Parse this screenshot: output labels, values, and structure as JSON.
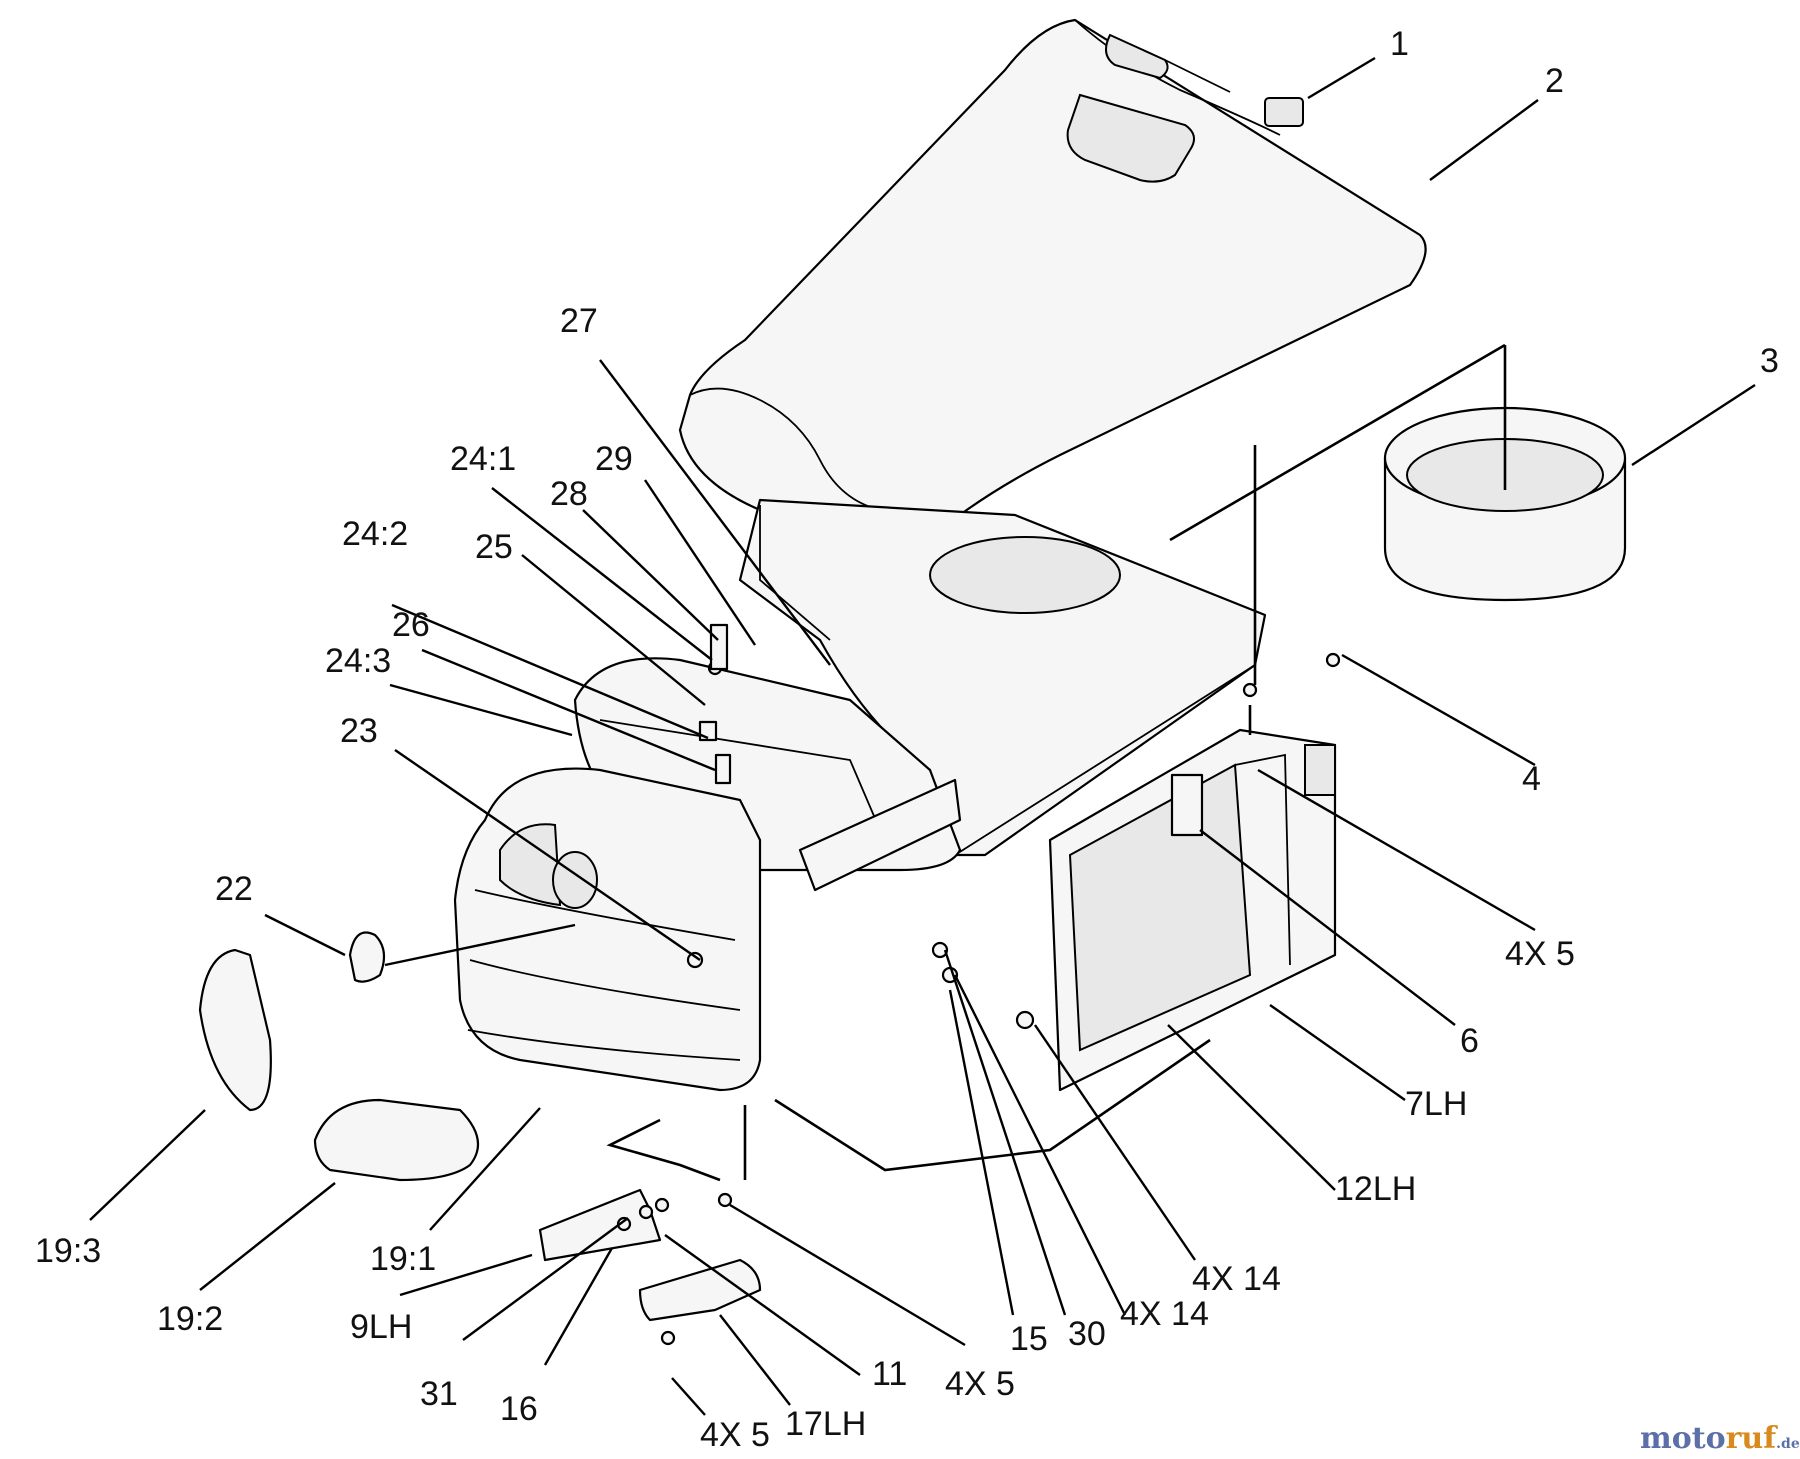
{
  "watermark": {
    "name_a": "moto",
    "name_b": "ruf",
    "suffix": ".de",
    "color_a": "#5b6fa8",
    "color_b": "#d98a1f"
  },
  "callouts": [
    {
      "id": "c1",
      "text": "1"
    },
    {
      "id": "c2",
      "text": "2"
    },
    {
      "id": "c3",
      "text": "3"
    },
    {
      "id": "c4",
      "text": "4"
    },
    {
      "id": "c4x5a",
      "text": "4X 5"
    },
    {
      "id": "c6",
      "text": "6"
    },
    {
      "id": "c7lh",
      "text": "7LH"
    },
    {
      "id": "c12lh",
      "text": "12LH"
    },
    {
      "id": "c4x14a",
      "text": "4X 14"
    },
    {
      "id": "c4x14b",
      "text": "4X 14"
    },
    {
      "id": "c30",
      "text": "30"
    },
    {
      "id": "c15",
      "text": "15"
    },
    {
      "id": "c4x5b",
      "text": "4X 5"
    },
    {
      "id": "c11",
      "text": "11"
    },
    {
      "id": "c17lh",
      "text": "17LH"
    },
    {
      "id": "c4x5c",
      "text": "4X 5"
    },
    {
      "id": "c16",
      "text": "16"
    },
    {
      "id": "c31",
      "text": "31"
    },
    {
      "id": "c9lh",
      "text": "9LH"
    },
    {
      "id": "c19_1",
      "text": "19:1"
    },
    {
      "id": "c19_2",
      "text": "19:2"
    },
    {
      "id": "c19_3",
      "text": "19:3"
    },
    {
      "id": "c22",
      "text": "22"
    },
    {
      "id": "c23",
      "text": "23"
    },
    {
      "id": "c24_3",
      "text": "24:3"
    },
    {
      "id": "c26",
      "text": "26"
    },
    {
      "id": "c24_2",
      "text": "24:2"
    },
    {
      "id": "c25",
      "text": "25"
    },
    {
      "id": "c24_1",
      "text": "24:1"
    },
    {
      "id": "c28",
      "text": "28"
    },
    {
      "id": "c29",
      "text": "29"
    },
    {
      "id": "c27",
      "text": "27"
    }
  ]
}
